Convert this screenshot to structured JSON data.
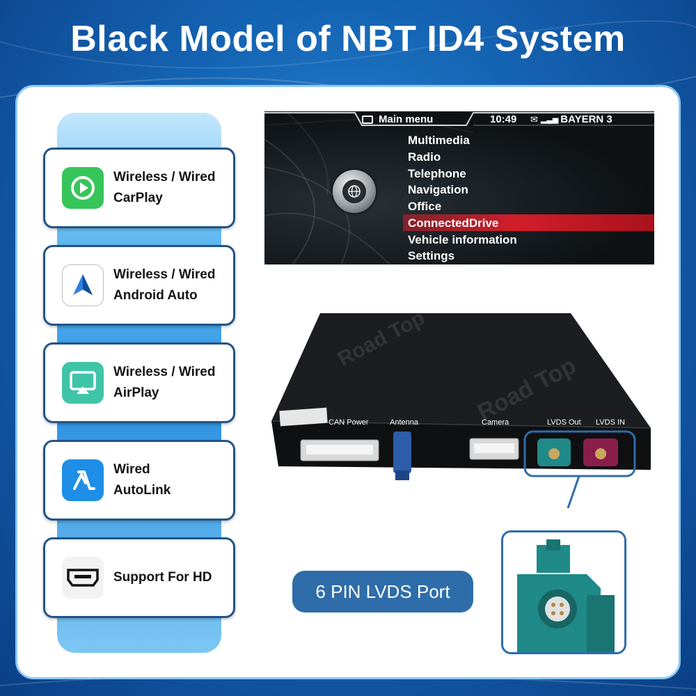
{
  "page": {
    "title": "Black Model of NBT ID4 System"
  },
  "features": [
    {
      "line1": "Wireless / Wired",
      "line2": "CarPlay",
      "icon": "carplay-icon"
    },
    {
      "line1": "Wireless / Wired",
      "line2": "Android Auto",
      "icon": "android-auto-icon"
    },
    {
      "line1": "Wireless / Wired",
      "line2": "AirPlay",
      "icon": "airplay-icon"
    },
    {
      "line1": "Wired",
      "line2": "AutoLink",
      "icon": "autolink-icon"
    },
    {
      "line1": "Support For HD",
      "line2": "",
      "icon": "hdmi-icon"
    }
  ],
  "screen": {
    "header": "Main menu",
    "time": "10:49",
    "station": "BAYERN 3",
    "menu_items": [
      "Multimedia",
      "Radio",
      "Telephone",
      "Navigation",
      "Office",
      "ConnectedDrive",
      "Vehicle information",
      "Settings"
    ],
    "highlighted_item": "ConnectedDrive"
  },
  "device": {
    "watermark": "Road Top",
    "ports": [
      "CAN Power",
      "Antenna",
      "Camera",
      "LVDS Out",
      "LVDS IN"
    ]
  },
  "lvds_label": "6 PIN LVDS Port",
  "colors": {
    "background": "#1565b5",
    "accent": "#2e6da9",
    "carplay": "#35c559",
    "airplay": "#40c4a8",
    "autolink": "#1e8ee6",
    "lvds_out": "#1f8a88",
    "lvds_in": "#8a1e4a",
    "highlight": "#d21e2a"
  }
}
